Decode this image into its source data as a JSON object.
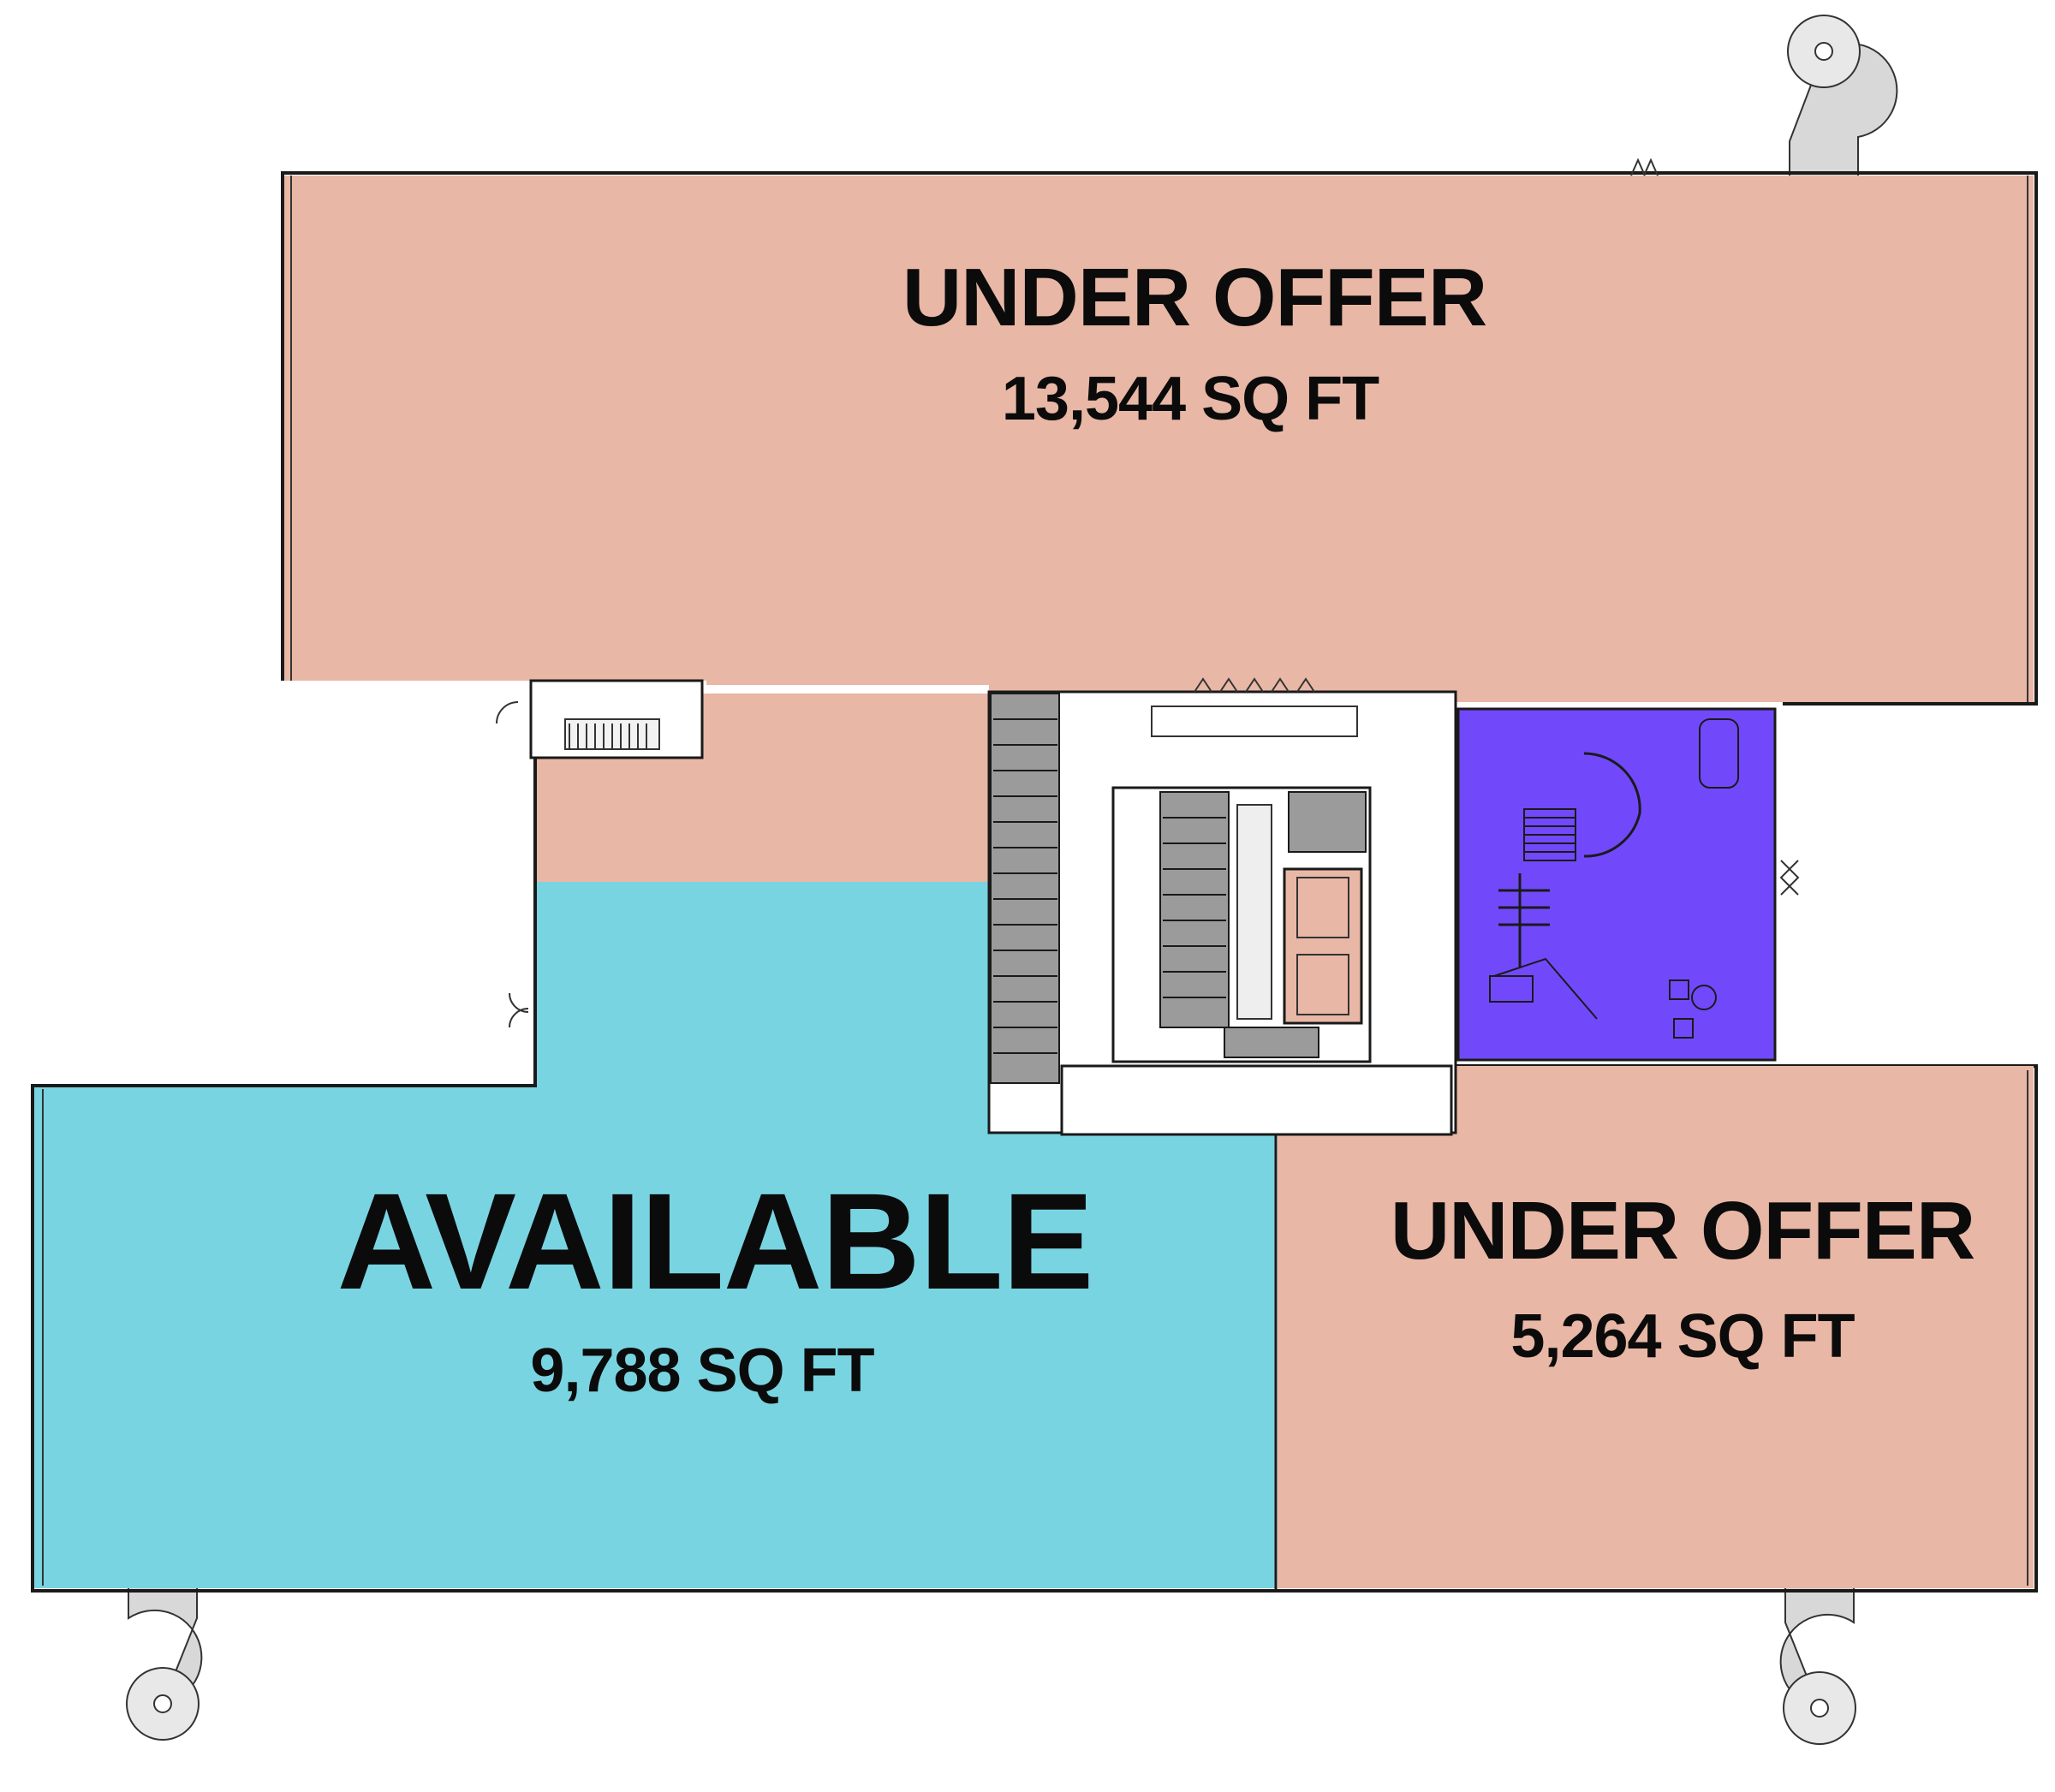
{
  "colors": {
    "under_offer": "#e8b7a6",
    "available": "#79d4e2",
    "core_feature": "#7149fb",
    "wall": "#1a1a1a",
    "washroom": "#9b9b9b",
    "stair": "#d8d8d8"
  },
  "units": [
    {
      "id": "north",
      "status": "UNDER OFFER",
      "area": "13,544 SQ FT"
    },
    {
      "id": "west",
      "status": "AVAILABLE",
      "area": "9,788 SQ FT"
    },
    {
      "id": "east",
      "status": "UNDER OFFER",
      "area": "5,264 SQ FT"
    }
  ],
  "icons": [
    "spiral-stair-icon",
    "door-icon",
    "stair-icon",
    "washroom-icon",
    "lift-icon",
    "meeting-table-icon"
  ]
}
